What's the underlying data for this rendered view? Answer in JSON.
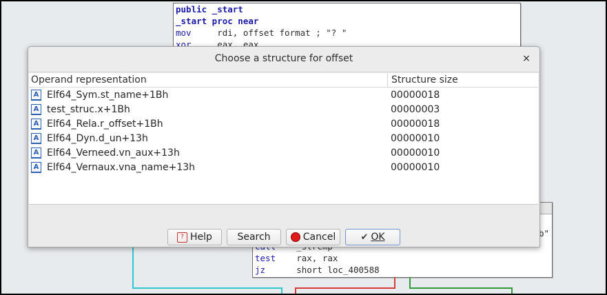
{
  "background_code": {
    "top_lines": [
      {
        "kw": "public",
        "rest": " _start"
      },
      {
        "kw": "_start proc near",
        "rest": ""
      },
      {
        "kw": "mov",
        "rest": "     rdi, offset format ; \"? \""
      },
      {
        "kw": "xor",
        "rest": "     eax, eax"
      }
    ],
    "bottom_lines": [
      {
        "mn": "call",
        "rest": "    _strcmp"
      },
      {
        "mn": "test",
        "rest": "    rax, rax"
      },
      {
        "mn": "jz",
        "rest": "      short loc_400588"
      }
    ],
    "bottom_fragment": "b\""
  },
  "dialog": {
    "title": "Choose a structure for offset",
    "close_glyph": "×",
    "columns": [
      "Operand representation",
      "Structure size"
    ],
    "rows": [
      {
        "name": "Elf64_Sym.st_name+1Bh",
        "size": "00000018"
      },
      {
        "name": "test_struc.x+1Bh",
        "size": "00000003"
      },
      {
        "name": "Elf64_Rela.r_offset+1Bh",
        "size": "00000018"
      },
      {
        "name": "Elf64_Dyn.d_un+13h",
        "size": "00000010"
      },
      {
        "name": "Elf64_Verneed.vn_aux+13h",
        "size": "00000010"
      },
      {
        "name": "Elf64_Vernaux.vna_name+13h",
        "size": "00000010"
      }
    ],
    "icons": {
      "struct": "struct-icon",
      "help": "help-icon",
      "cancel": "cancel-icon",
      "ok": "checkmark-icon"
    },
    "buttons": {
      "help": "Help",
      "search": "Search",
      "cancel": "Cancel",
      "ok": "OK"
    }
  },
  "colors": {
    "edge_cyan": "#2ec6d0",
    "edge_red": "#d83a3a",
    "edge_green": "#2e9a3a",
    "code_keyword": "#1a1aa6"
  }
}
